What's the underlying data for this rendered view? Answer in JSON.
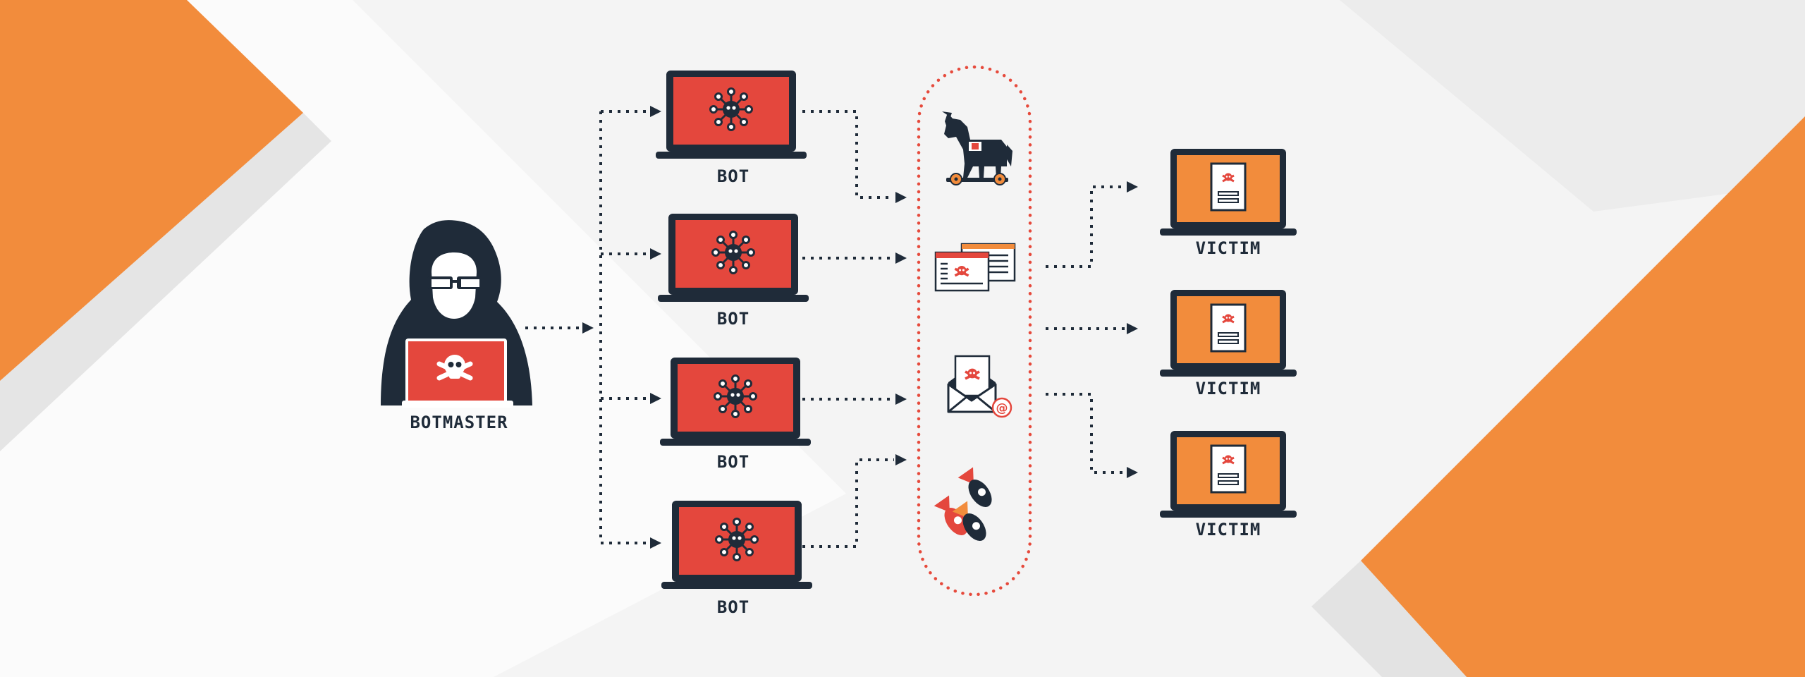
{
  "labels": {
    "botmaster": "BOTMASTER",
    "bot": "BOT",
    "victim": "VICTIM"
  },
  "colors": {
    "accent_orange": "#f28c3c",
    "screen_red": "#e4473d",
    "dark_navy": "#1f2b39",
    "dotted_red": "#e64a3c",
    "background": "#f4f4f4"
  },
  "nodes": {
    "botmaster": {
      "label": "BOTMASTER",
      "icon": "hooded-hacker-icon"
    },
    "bots": [
      {
        "label": "BOT",
        "icon": "virus-laptop-icon"
      },
      {
        "label": "BOT",
        "icon": "virus-laptop-icon"
      },
      {
        "label": "BOT",
        "icon": "virus-laptop-icon"
      },
      {
        "label": "BOT",
        "icon": "virus-laptop-icon"
      }
    ],
    "attacks": [
      {
        "icon": "trojan-horse-icon"
      },
      {
        "icon": "malicious-webpage-icon"
      },
      {
        "icon": "phishing-email-icon"
      },
      {
        "icon": "bombs-icon"
      }
    ],
    "victims": [
      {
        "label": "VICTIM",
        "icon": "infected-laptop-icon"
      },
      {
        "label": "VICTIM",
        "icon": "infected-laptop-icon"
      },
      {
        "label": "VICTIM",
        "icon": "infected-laptop-icon"
      }
    ]
  }
}
